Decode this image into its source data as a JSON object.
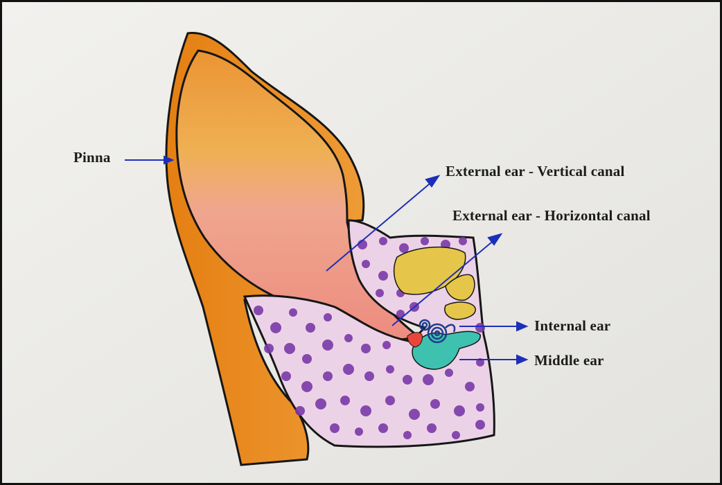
{
  "labels": {
    "pinna": "Pinna",
    "vertical_canal": "External ear - Vertical canal",
    "horizontal_canal": "External ear - Horizontal  canal",
    "internal_ear": "Internal ear",
    "middle_ear": "Middle ear"
  },
  "colors": {
    "paper": "#ecebe8",
    "pinna_cartilage": "#e8891c",
    "pinna_inner": "#ea9a3a",
    "canal_pink": "#ec8f80",
    "bone_lilac": "#ecd2e6",
    "bone_spots": "#7a3aa8",
    "ossicles_yellow": "#e6c64a",
    "middle_ear_teal": "#3fc1b0",
    "eardrum_red": "#e8463a",
    "cochlea": "#1d3f8a",
    "arrow_blue": "#1d2fb8",
    "outline": "#161616"
  }
}
